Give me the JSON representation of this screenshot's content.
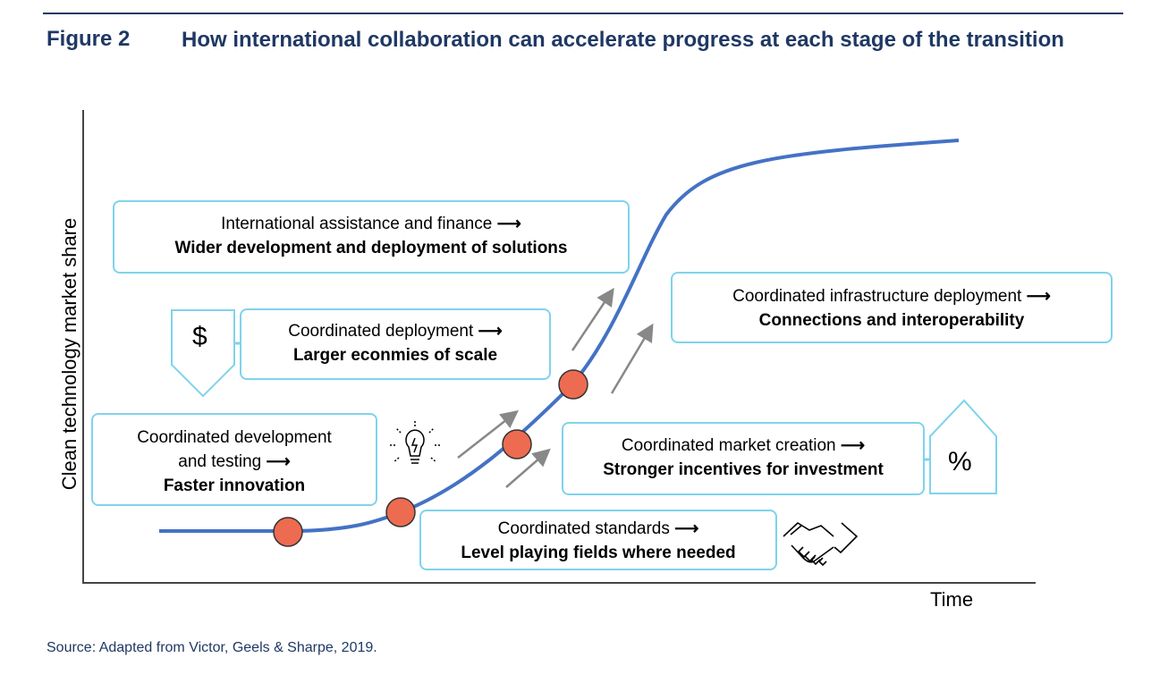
{
  "figure_label": "Figure 2",
  "title": "How international collaboration can accelerate progress at each stage of the transition",
  "source": "Source: Adapted from Victor, Geels & Sharpe, 2019.",
  "axes": {
    "y_label": "Clean technology market share",
    "x_label": "Time"
  },
  "boxes": {
    "assistance": {
      "line1": "International assistance and finance",
      "line2": "Wider development and deployment of solutions"
    },
    "deployment": {
      "line1": "Coordinated deployment",
      "line2": "Larger econmies of scale"
    },
    "infrastructure": {
      "line1": "Coordinated infrastructure deployment",
      "line2": "Connections and interoperability"
    },
    "development": {
      "line1": "Coordinated development",
      "line1b": "and testing",
      "line2": "Faster innovation"
    },
    "market": {
      "line1": "Coordinated market creation",
      "line2": "Stronger incentives for investment"
    },
    "standards": {
      "line1": "Coordinated standards",
      "line2": "Level playing fields where needed"
    }
  },
  "symbols": {
    "dollar": "$",
    "percent": "%"
  },
  "icons": [
    "lightbulb-icon",
    "handshake-icon",
    "dollar-down-arrow-icon",
    "percent-house-icon"
  ],
  "colors": {
    "curve": "#4472c4",
    "dots": "#ed6b50",
    "box_border": "#7fd3ec",
    "title": "#1f3864"
  }
}
